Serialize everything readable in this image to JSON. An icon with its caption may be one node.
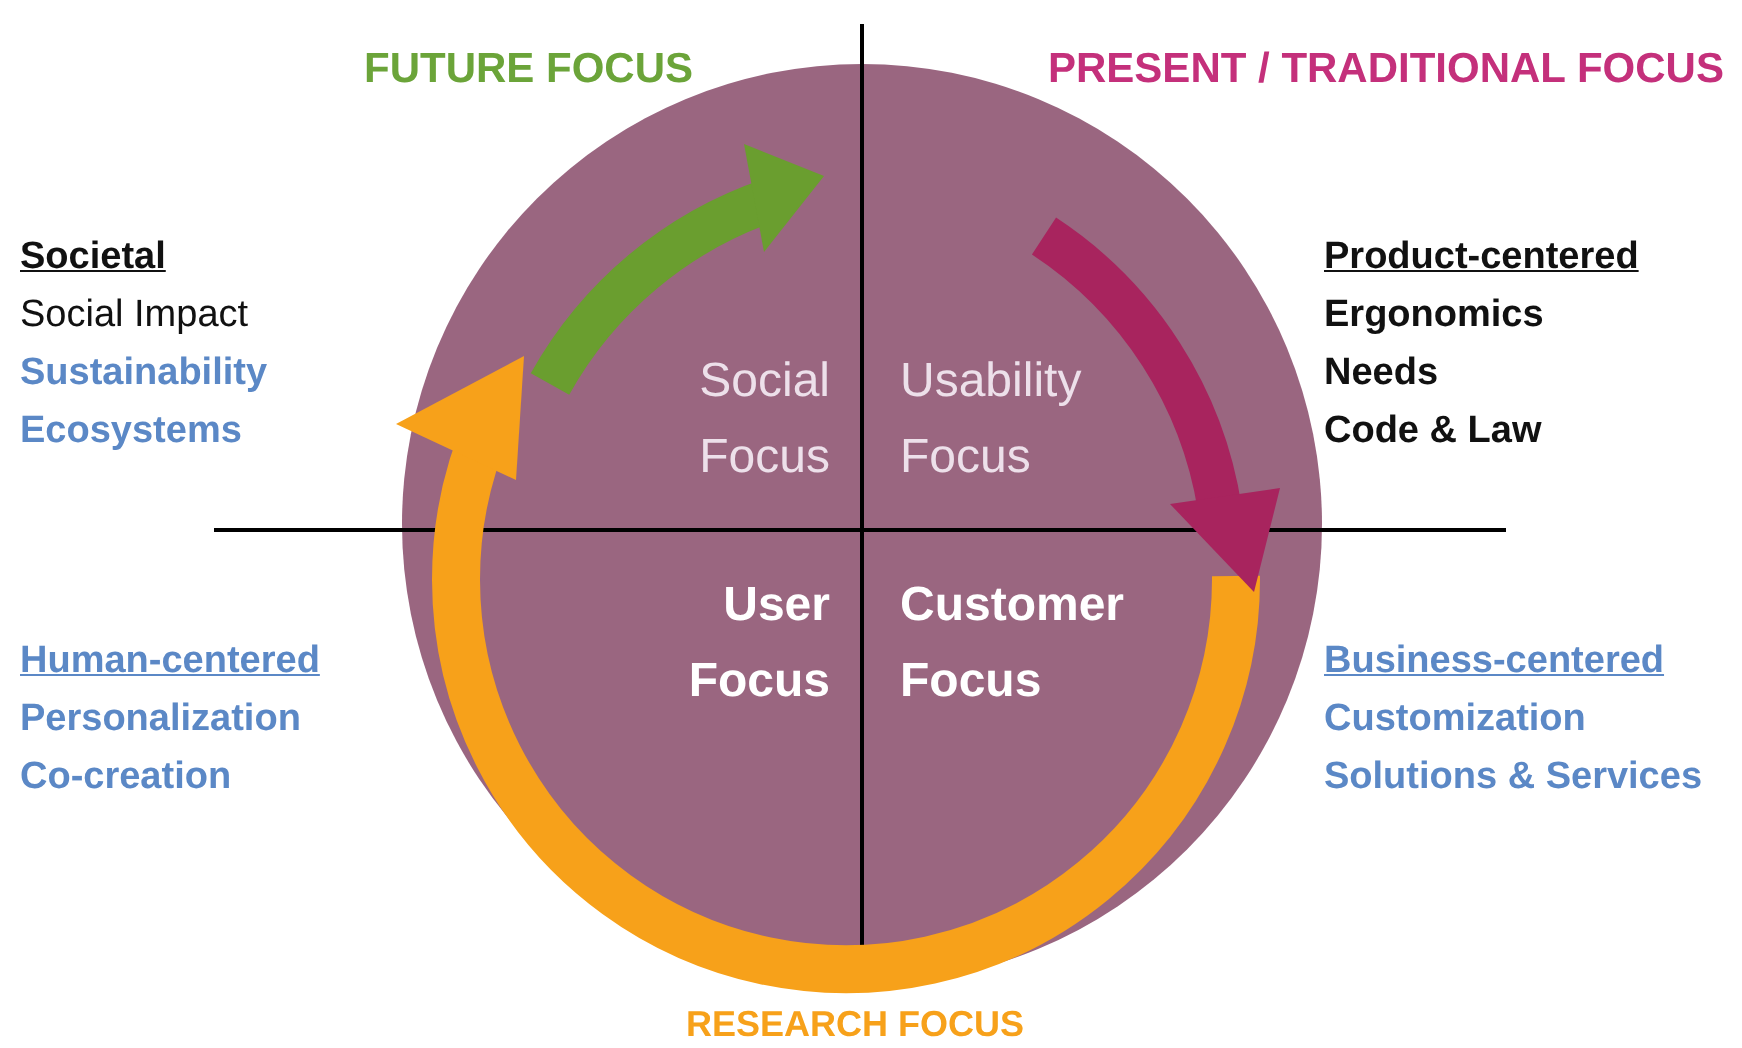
{
  "diagram": {
    "labels": [
      "FUTURE FOCUS",
      "PRESENT / TRADITIONAL FOCUS",
      "Societal",
      "Social Impact",
      "Sustainability",
      "Ecosystems",
      "Social Focus",
      "Usability Focus",
      "Product-centered",
      "Ergonomics",
      "Needs",
      "Code & Law",
      "User Focus",
      "Customer Focus",
      "Human-centered",
      "Personalization",
      "Co-creation",
      "Business-centered",
      "Customization",
      "Solutions & Services",
      "RESEARCH FOCUS"
    ]
  }
}
